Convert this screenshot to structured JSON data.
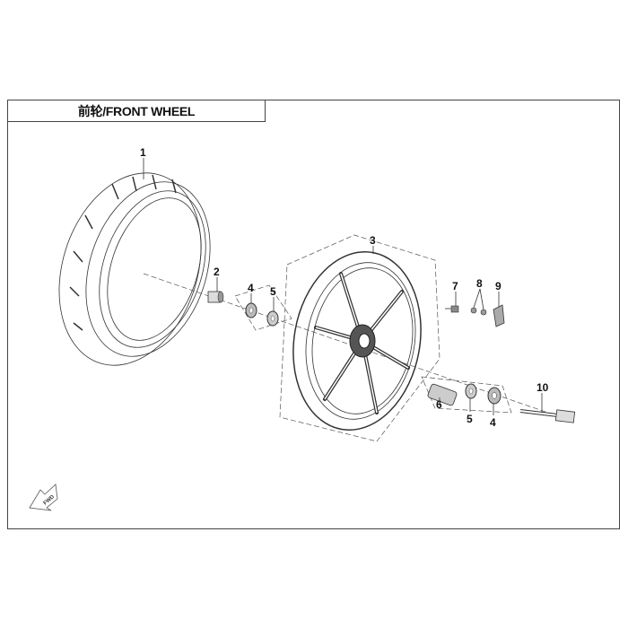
{
  "title": "前轮/FRONT WHEEL",
  "fwd_icon_text": "FWD",
  "callouts": [
    {
      "number": "1",
      "part": "tire"
    },
    {
      "number": "2",
      "part": "collar"
    },
    {
      "number": "3",
      "part": "rim"
    },
    {
      "number": "4",
      "part": "oil-seal"
    },
    {
      "number": "5",
      "part": "bearing"
    },
    {
      "number": "6",
      "part": "spacer"
    },
    {
      "number": "7",
      "part": "valve-nut"
    },
    {
      "number": "8",
      "part": "valve-washers"
    },
    {
      "number": "9",
      "part": "valve"
    },
    {
      "number": "10",
      "part": "axle"
    }
  ]
}
